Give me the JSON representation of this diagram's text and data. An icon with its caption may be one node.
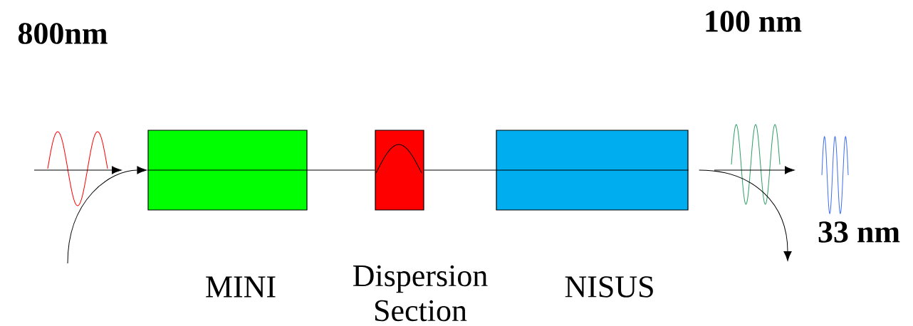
{
  "diagram": {
    "nodes": [
      {
        "text": [
          "MINI"
        ]
      },
      {
        "text": [
          "Dispersion Section"
        ]
      },
      {
        "text": [
          "NISUS"
        ]
      }
    ],
    "edges": [
      {
        "from": null,
        "to": 0,
        "arrow": "to"
      },
      {
        "from": 0,
        "to": 1,
        "arrow": "none"
      },
      {
        "from": 1,
        "to": 2,
        "arrow": "none"
      },
      {
        "from": 2,
        "to": null,
        "arrow": "to"
      }
    ],
    "labels": [
      "800nm",
      "100 nm",
      "33 nm"
    ]
  }
}
